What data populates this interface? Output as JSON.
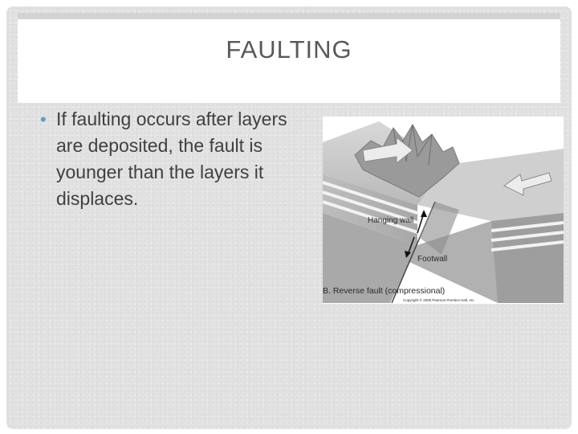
{
  "slide": {
    "title": "FAULTING",
    "bullet": "If faulting occurs after layers are deposited, the fault is younger than the layers it displaces."
  },
  "diagram": {
    "hanging_wall_label": "Hanging wall",
    "footwall_label": "Footwall",
    "caption": "B. Reverse fault (compressional)",
    "copyright": "Copyright © 2005 Pearson Prentice Hall, Inc."
  },
  "colors": {
    "bullet_accent": "#5aa0c0",
    "title_text": "#595959",
    "body_text": "#404040",
    "background": "#e2e2e2"
  }
}
